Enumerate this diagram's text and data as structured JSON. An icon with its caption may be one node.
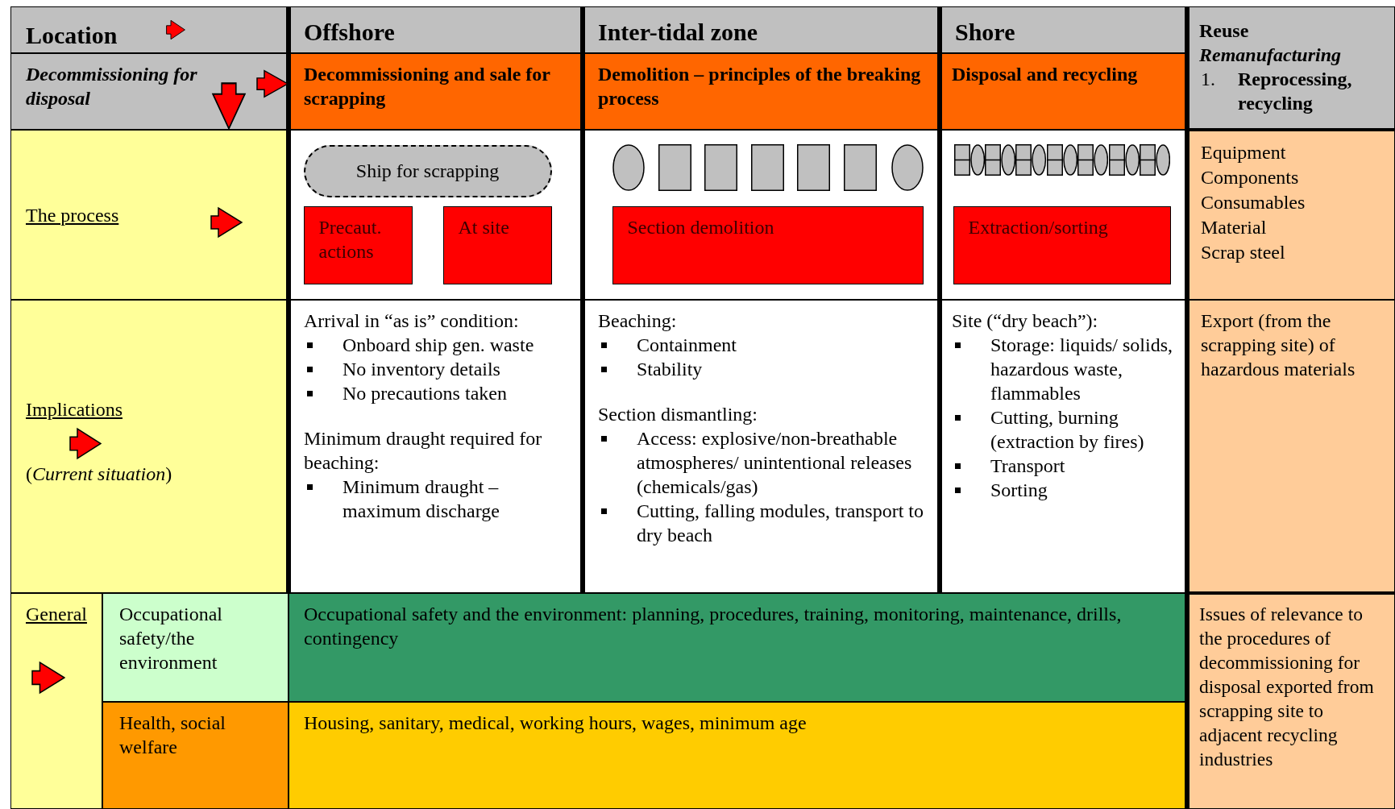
{
  "diagram": {
    "nodes": [
      {
        "text": [
          "Location"
        ]
      },
      {
        "text": [
          "Offshore"
        ]
      },
      {
        "text": [
          "Inter-tidal zone"
        ]
      },
      {
        "text": [
          "Shore"
        ]
      },
      {
        "text": [
          "Reuse",
          "Remanufacturing",
          "1.",
          "Reprocessing, recycling"
        ]
      },
      {
        "text": [
          "Decommissioning for disposal"
        ]
      },
      {
        "text": [
          "Decommissioning and sale for scrapping"
        ]
      },
      {
        "text": [
          "Demolition – principles of the breaking process"
        ]
      },
      {
        "text": [
          "Disposal and recycling"
        ]
      },
      {
        "text": [
          "The process"
        ]
      },
      {
        "text": [],
        "shape": "box"
      },
      {
        "text": [
          "Ship for scrapping"
        ],
        "in": 10
      },
      {
        "text": [
          "Precaut. actions"
        ],
        "in": 10
      },
      {
        "text": [
          "At site"
        ],
        "in": 10
      },
      {
        "text": [],
        "shape": "box"
      },
      {
        "text": [],
        "shape": "circle",
        "in": 14
      },
      {
        "text": [],
        "shape": "box",
        "in": 14
      },
      {
        "text": [],
        "shape": "box",
        "in": 14
      },
      {
        "text": [],
        "shape": "box",
        "in": 14
      },
      {
        "text": [],
        "shape": "box",
        "in": 14
      },
      {
        "text": [],
        "shape": "box",
        "in": 14
      },
      {
        "text": [],
        "shape": "circle",
        "in": 14
      },
      {
        "text": [
          "Section demolition"
        ],
        "in": 14
      },
      {
        "text": [],
        "shape": "box"
      },
      {
        "text": [],
        "shape": "box",
        "in": 23
      },
      {
        "text": [],
        "shape": "circle",
        "in": 23
      },
      {
        "text": [],
        "shape": "box",
        "in": 23
      },
      {
        "text": [],
        "shape": "circle",
        "in": 23
      },
      {
        "text": [],
        "shape": "box",
        "in": 23
      },
      {
        "text": [],
        "shape": "circle",
        "in": 23
      },
      {
        "text": [],
        "shape": "box",
        "in": 23
      },
      {
        "text": [],
        "shape": "circle",
        "in": 23
      },
      {
        "text": [],
        "shape": "box",
        "in": 23
      },
      {
        "text": [],
        "shape": "circle",
        "in": 23
      },
      {
        "text": [],
        "shape": "box",
        "in": 23
      },
      {
        "text": [],
        "shape": "circle",
        "in": 23
      },
      {
        "text": [],
        "shape": "box",
        "in": 23
      },
      {
        "text": [],
        "shape": "circle",
        "in": 23
      },
      {
        "text": [
          "Extraction/sorting"
        ],
        "in": 23
      },
      {
        "text": [
          "Equipment",
          "Components",
          "Consumables",
          "Material",
          "Scrap steel"
        ]
      },
      {
        "text": [
          "Implications",
          "(*Current situation*)"
        ]
      },
      {
        "text": [
          "Arrival in “as is” condition:",
          "Onboard ship gen. waste",
          "No inventory details",
          "No precautions taken",
          "Minimum draught required for beaching:",
          "Minimum draught – maximum discharge"
        ]
      },
      {
        "text": [
          "Beaching:",
          "Containment",
          "Stability",
          "Section dismantling:",
          "Access: explosive/non-breathable atmospheres/ unintentional releases (chemicals/gas)",
          "Cutting, falling modules, transport to dry beach"
        ]
      },
      {
        "text": [
          "Site (“dry beach”):",
          "Storage: liquids/ solids, hazardous waste, flammables",
          "Cutting, burning (extraction by fires)",
          "Transport",
          "Sorting"
        ]
      },
      {
        "text": [
          "Export (from the scrapping site) of hazardous materials"
        ]
      },
      {
        "text": [
          "General"
        ]
      },
      {
        "text": [
          "Occupational safety/the environment"
        ]
      },
      {
        "text": [
          "Occupational safety and the environment: planning, procedures, training, monitoring, maintenance, drills, contingency"
        ]
      },
      {
        "text": [
          "Issues of relevance to the procedures of decommissioning for disposal exported from scrapping site to adjacent recycling industries"
        ]
      },
      {
        "text": [
          "Health, social welfare"
        ]
      },
      {
        "text": [
          "Housing, sanitary, medical, working hours, wages, minimum age"
        ]
      }
    ],
    "edges": [
      {
        "from": 5,
        "to": 9,
        "arrow": "to"
      },
      {
        "from": 5,
        "to": 6,
        "arrow": "to"
      }
    ]
  }
}
